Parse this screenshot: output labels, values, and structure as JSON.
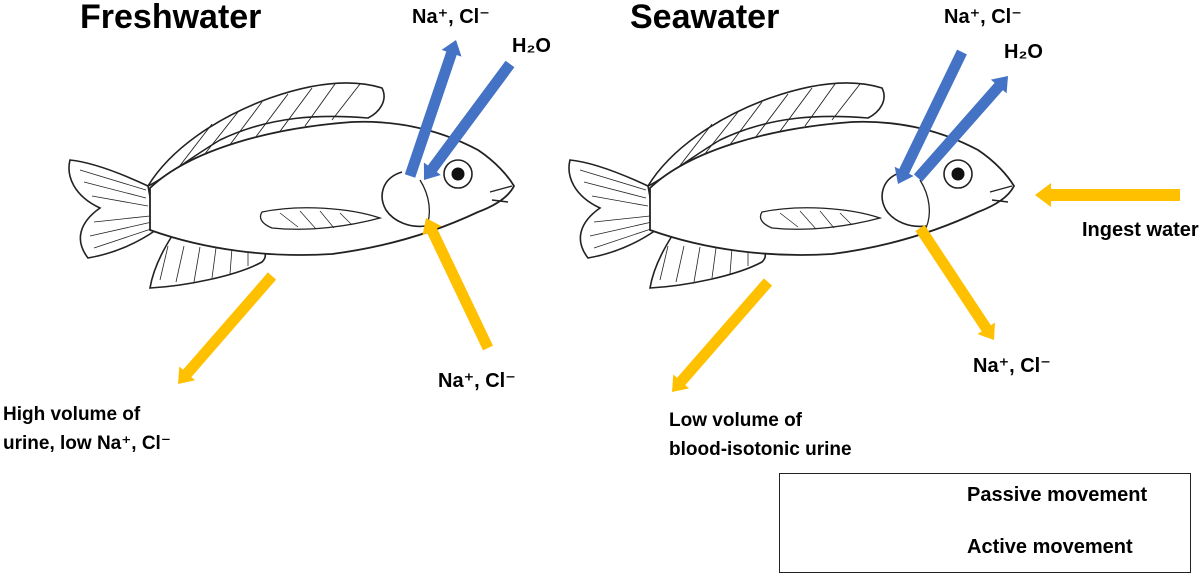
{
  "colors": {
    "passive": "#4472C4",
    "active": "#FFC000",
    "outline": "#222222"
  },
  "panels": {
    "freshwater": {
      "title": "Freshwater",
      "top_ions": "Na⁺, Cl⁻",
      "water": "H₂O",
      "gill_uptake": "Na⁺, Cl⁻",
      "urine_line1": "High volume of",
      "urine_line2": "urine, low Na⁺, Cl⁻"
    },
    "seawater": {
      "title": "Seawater",
      "top_ions": "Na⁺, Cl⁻",
      "water": "H₂O",
      "gill_excretion": "Na⁺, Cl⁻",
      "ingest": "Ingest water",
      "urine_line1": "Low volume of",
      "urine_line2": "blood-isotonic urine"
    }
  },
  "legend": {
    "passive": {
      "label": "Passive movement",
      "color": "#4472C4"
    },
    "active": {
      "label": "Active movement",
      "color": "#FFC000"
    }
  }
}
